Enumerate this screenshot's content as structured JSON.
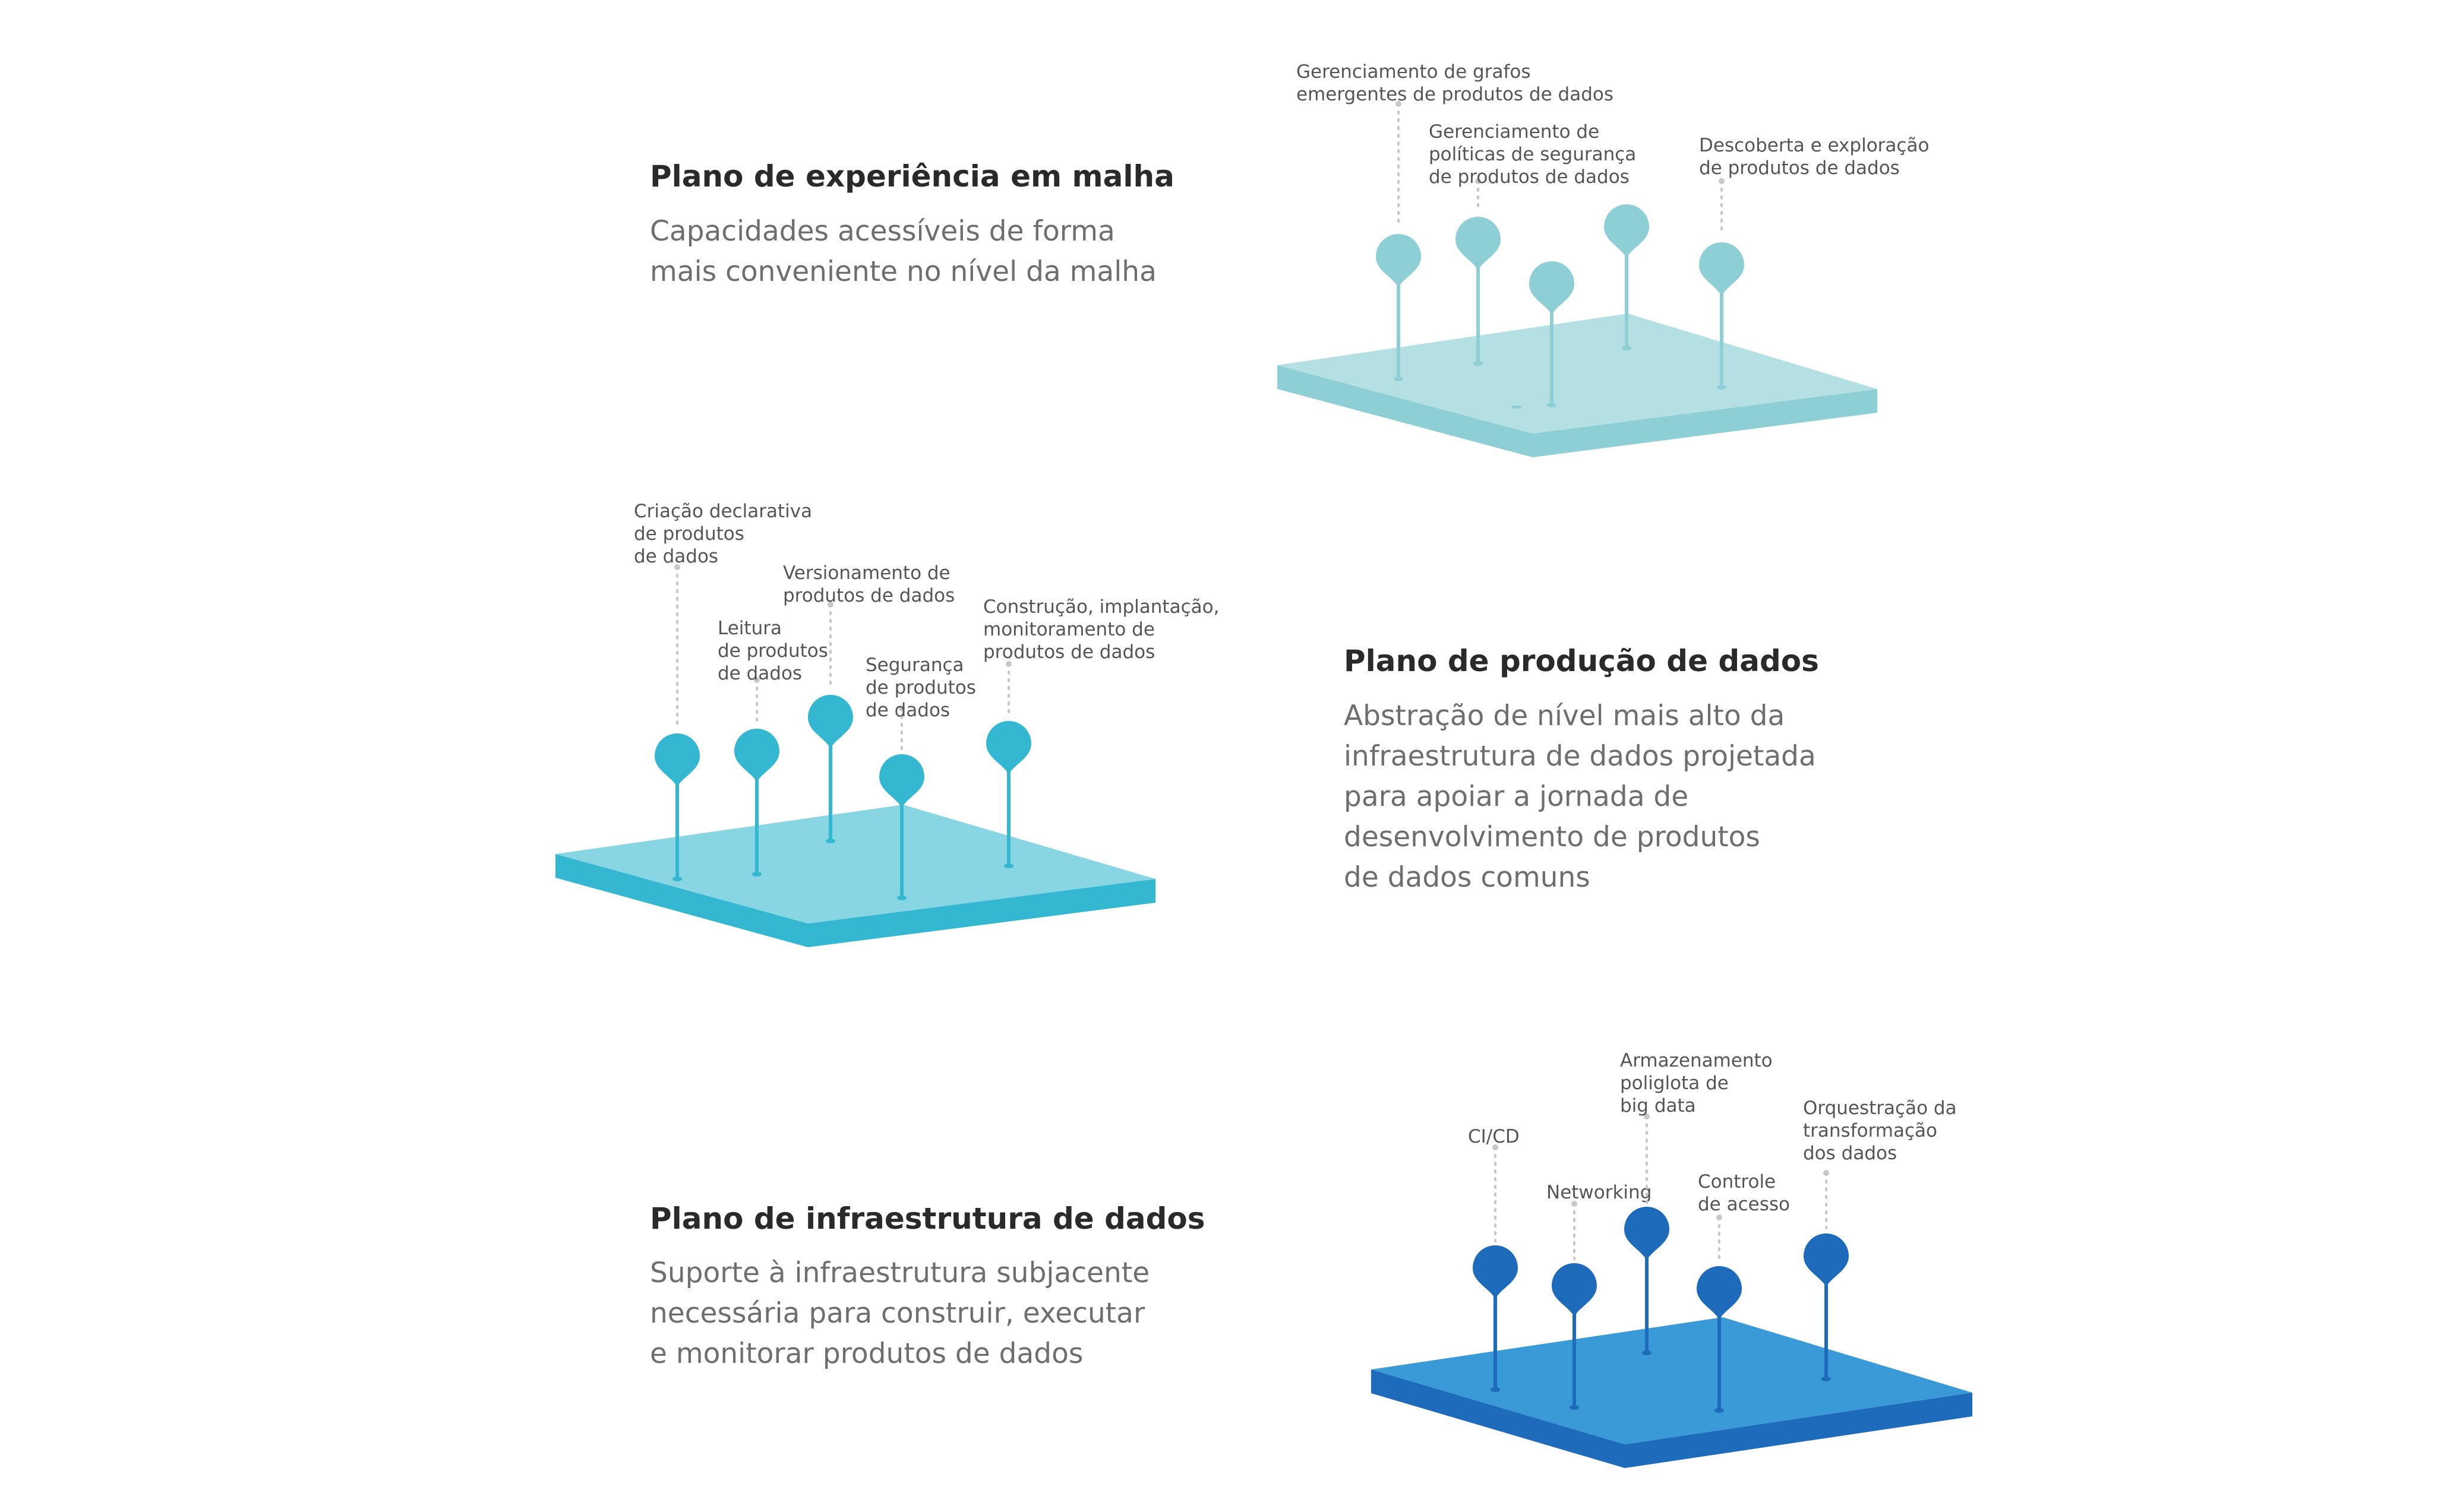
{
  "colors": {
    "experience": {
      "top": "#b4e0e4",
      "side": "#8ecfd6",
      "pin": "#8ecfd6"
    },
    "production": {
      "top": "#88d6e4",
      "side": "#34b8d2",
      "pin": "#34b8d2"
    },
    "infrastructure": {
      "top": "#3a9ad8",
      "side": "#1d6bba",
      "pin": "#1d6bba"
    },
    "title_text": "#2a2a2a",
    "desc_text": "#6e6e6e",
    "caption_text": "#555555"
  },
  "planes": [
    {
      "id": "experience",
      "title": "Plano de experiência em malha",
      "description": "Capacidades acessíveis de forma\nmais conveniente no nível da malha",
      "capabilities": [
        {
          "lines": [
            "Gerenciamento de grafos",
            "emergentes de produtos de dados"
          ]
        },
        {
          "lines": [
            "Gerenciamento de",
            "políticas de segurança",
            "de produtos de dados"
          ]
        },
        {
          "lines": []
        },
        {
          "lines": []
        },
        {
          "lines": [
            "Descoberta e exploração",
            "de produtos de dados"
          ]
        }
      ]
    },
    {
      "id": "production",
      "title": "Plano de produção de dados",
      "description": "Abstração de nível mais alto da\ninfraestrutura de dados projetada\npara apoiar a jornada de\ndesenvolvimento de produtos\nde dados comuns",
      "capabilities": [
        {
          "lines": [
            "Criação declarativa",
            "de produtos",
            "de dados"
          ]
        },
        {
          "lines": [
            "Leitura",
            "de produtos",
            "de dados"
          ]
        },
        {
          "lines": [
            "Versionamento de",
            "produtos de dados"
          ]
        },
        {
          "lines": [
            "Segurança",
            "de produtos",
            "de dados"
          ]
        },
        {
          "lines": [
            "Construção, implantação,",
            "monitoramento de",
            "produtos de dados"
          ]
        }
      ]
    },
    {
      "id": "infrastructure",
      "title": "Plano de infraestrutura de dados",
      "description": "Suporte à infraestrutura subjacente\nnecessária para construir, executar\ne monitorar produtos de dados",
      "capabilities": [
        {
          "lines": [
            "CI/CD"
          ]
        },
        {
          "lines": [
            "Networking"
          ]
        },
        {
          "lines": [
            "Armazenamento",
            "poliglota de",
            "big data"
          ]
        },
        {
          "lines": [
            "Controle",
            "de acesso"
          ]
        },
        {
          "lines": [
            "Orquestração da",
            "transformação",
            "dos dados"
          ]
        }
      ]
    }
  ]
}
